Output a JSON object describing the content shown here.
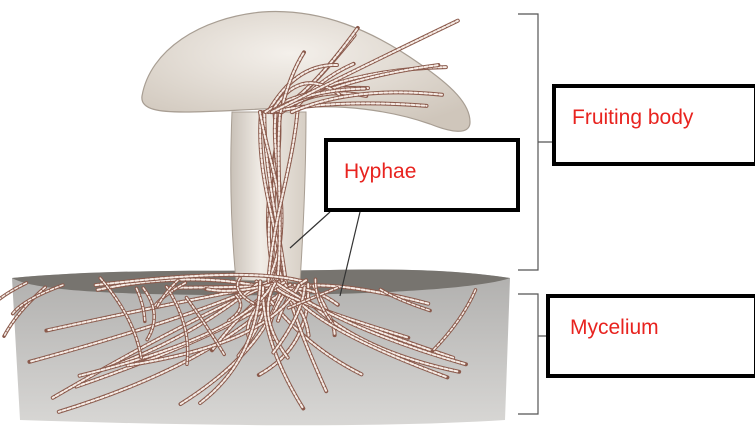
{
  "labels": {
    "fruiting_body": "Fruiting body",
    "hyphae": "Hyphae",
    "mycelium": "Mycelium"
  },
  "colors": {
    "label_text": "#e8231f",
    "box_border": "#000000",
    "cap_fill": "#ebe6e0",
    "stem_fill": "#e4ddd5",
    "hypha_stroke": "#8a5a4c",
    "soil_fill": "#8f8d8a",
    "bracket": "#555555"
  }
}
